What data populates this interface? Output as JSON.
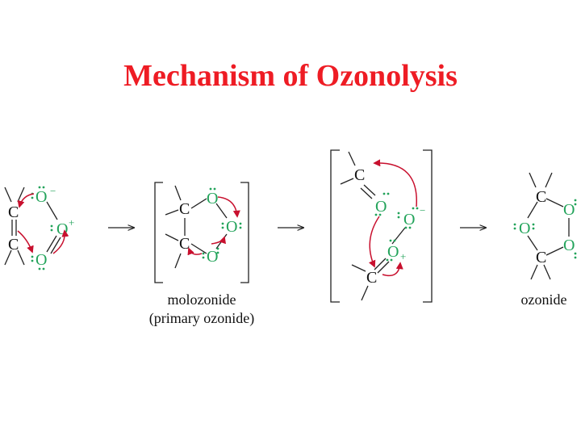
{
  "title": "Mechanism of Ozonolysis",
  "atoms": {
    "carbon": "C",
    "oxygen": "O"
  },
  "charges": {
    "plus": "+",
    "minus": "−"
  },
  "labels": {
    "molozonide": "molozonide",
    "primary_ozonide": "(primary ozonide)",
    "ozonide": "ozonide"
  },
  "colors": {
    "title": "#ee1c24",
    "oxygen": "#22a35a",
    "arrow": "#c8102e",
    "bond": "#222222"
  }
}
